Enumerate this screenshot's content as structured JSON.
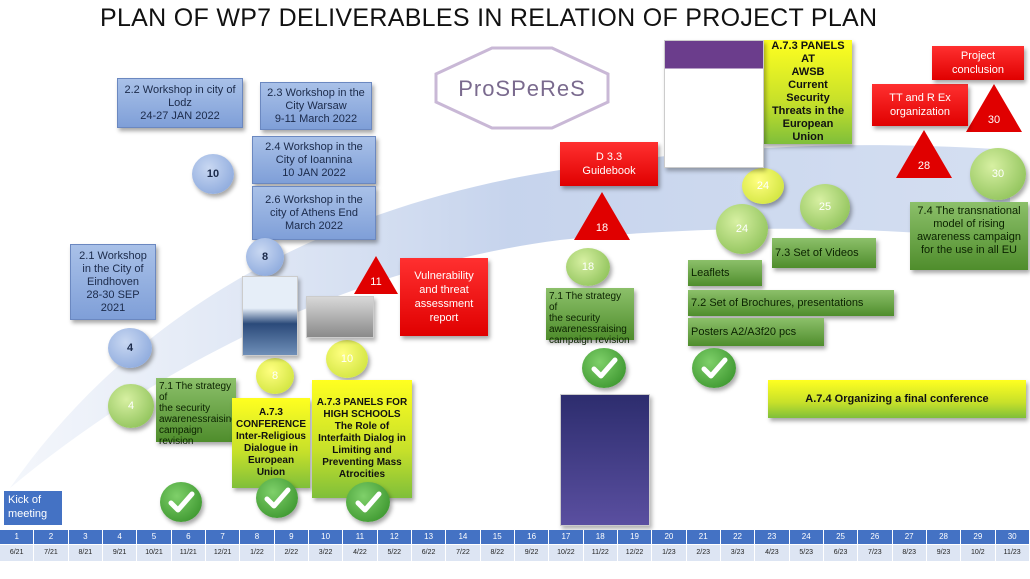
{
  "title": "PLAN OF WP7 DELIVERABLES  IN RELATION OF PROJECT PLAN",
  "logo": "ProSPeReS",
  "workshops": [
    "2.2 Workshop in city of\nLodz\n24-27 JAN 2022",
    "2.3 Workshop in the\nCity Warsaw\n9-11 March   2022",
    "2.4 Workshop in the\nCity of Ioannina\n10 JAN  2022",
    "2.6 Workshop in the\ncity of Athens  End\nMarch  2022",
    "2.1 Workshop\nin the City of\nEindhoven\n28-30 SEP\n2021"
  ],
  "milestones": {
    "m10a": "10",
    "m8a": "8",
    "m4a": "4",
    "m4b": "4",
    "m8b": "8",
    "m10b": "10",
    "m18": "18",
    "m24a": "24",
    "m24b": "24",
    "m25": "25",
    "m30": "30"
  },
  "triangles": {
    "t11": "11",
    "t18": "18",
    "t28": "28",
    "t30": "30"
  },
  "red_boxes": {
    "vulnerability": "Vulnerability\nand threat\nassessment\nreport",
    "d33": "D 3.3\nGuidebook",
    "ttrex": "TT and R Ex\norganization",
    "conclusion": "Project\nconclusion"
  },
  "green_boxes": {
    "strategy1": "7.1 The strategy of\nthe security\nawarenessraising\ncampaign revision",
    "strategy2": "7.1 The strategy of\nthe security\nawarenessraising\ncampaign revision",
    "leaflets": "Leaflets",
    "videos": "7.3 Set of Videos",
    "brochures": "7.2 Set of Brochures, presentations",
    "posters": "Posters A2/A3f20 pcs",
    "transnational": "7.4 The transnational\nmodel of rising\nawareness campaign\nfor the use in all EU"
  },
  "yellow_boxes": {
    "conference": "A.7.3\nCONFERENCE\nInter-Religious\nDialogue in\nEuropean Union",
    "panels_hs": "A.7.3 PANELS FOR\nHIGH SCHOOLS\nThe Role of\nInterfaith Dialog in\nLimiting and\nPreventing Mass\nAtrocities",
    "panels_awsb": "A.7.3 PANELS AT\nAWSB\nCurrent Security\nThreats in the\nEuropean Union",
    "final_conf": "A.7.4 Organizing a final conference"
  },
  "kick_off": "Kick of\nmeeting",
  "timeline": {
    "months": [
      "1",
      "2",
      "3",
      "4",
      "5",
      "6",
      "7",
      "8",
      "9",
      "10",
      "11",
      "12",
      "13",
      "14",
      "15",
      "16",
      "17",
      "18",
      "19",
      "20",
      "21",
      "22",
      "23",
      "24",
      "25",
      "26",
      "27",
      "28",
      "29",
      "30"
    ],
    "dates": [
      "6/21",
      "7/21",
      "8/21",
      "9/21",
      "10/21",
      "11/21",
      "12/21",
      "1/22",
      "2/22",
      "3/22",
      "4/22",
      "5/22",
      "6/22",
      "7/22",
      "8/22",
      "9/22",
      "10/22",
      "11/22",
      "12/22",
      "1/23",
      "2/23",
      "3/23",
      "4/23",
      "5/23",
      "6/23",
      "7/23",
      "8/23",
      "9/23",
      "10/2",
      "11/23"
    ]
  },
  "colors": {
    "blue_box": "#7f9fd8",
    "red_box": "#e00000",
    "green_box": "#4f8d2c",
    "yellow_box": "#e8f020",
    "timeline": "#4472c4"
  }
}
